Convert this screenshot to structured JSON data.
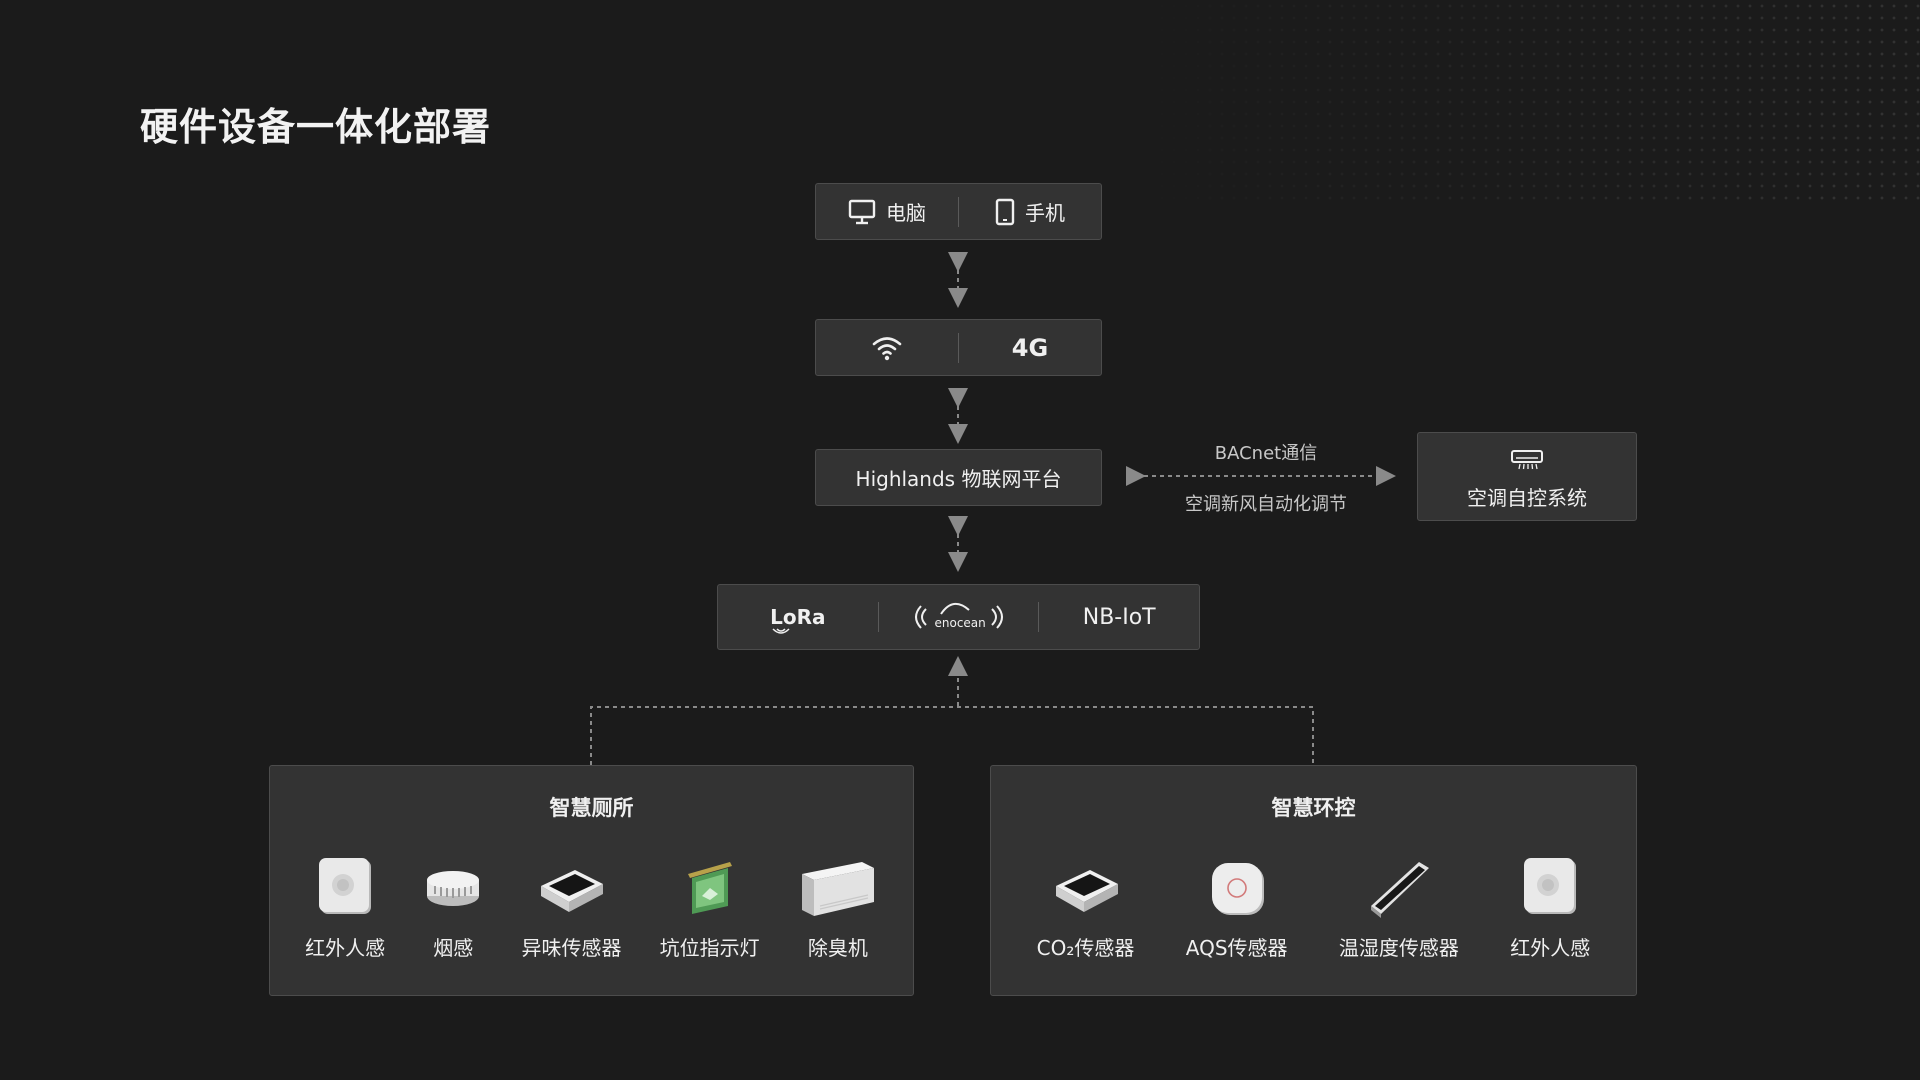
{
  "title": "硬件设备一体化部署",
  "clients": {
    "computer": "电脑",
    "phone": "手机"
  },
  "network": {
    "cellular": "4G"
  },
  "platform": {
    "label": "Highlands 物联网平台"
  },
  "bacnet": {
    "top": "BACnet通信",
    "bottom": "空调新风自动化调节"
  },
  "ac_system": {
    "label": "空调自控系统"
  },
  "protocols": {
    "lora": "LoRa",
    "enocean": "enocean",
    "nbiot": "NB-IoT"
  },
  "toilet": {
    "title": "智慧厕所",
    "items": [
      {
        "label": "红外人感",
        "icon": "infrared-sensor-icon"
      },
      {
        "label": "烟感",
        "icon": "smoke-detector-icon"
      },
      {
        "label": "异味传感器",
        "icon": "odor-sensor-icon"
      },
      {
        "label": "坑位指示灯",
        "icon": "stall-indicator-icon"
      },
      {
        "label": "除臭机",
        "icon": "deodorizer-icon"
      }
    ]
  },
  "env": {
    "title": "智慧环控",
    "items": [
      {
        "label": "CO₂传感器",
        "icon": "co2-sensor-icon"
      },
      {
        "label": "AQS传感器",
        "icon": "aqs-sensor-icon"
      },
      {
        "label": "温湿度传感器",
        "icon": "thermo-hygro-sensor-icon"
      },
      {
        "label": "红外人感",
        "icon": "infrared-sensor-icon"
      }
    ]
  },
  "colors": {
    "background": "#1b1b1b",
    "box": "#333333",
    "border": "#4c4c4c",
    "connector": "#8a8a8a"
  }
}
